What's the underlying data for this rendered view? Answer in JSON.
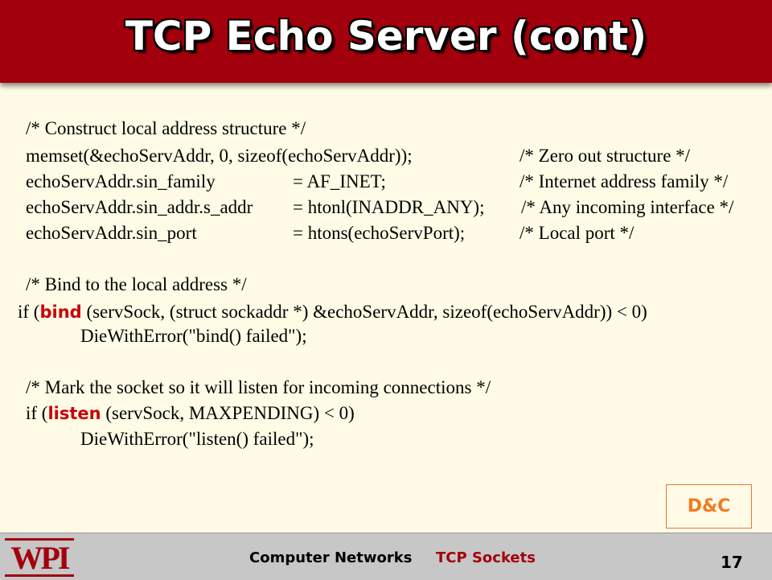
{
  "slide": {
    "title": "TCP Echo Server (cont)",
    "badge": "D&C"
  },
  "code": {
    "c1": "/* Construct local address structure */",
    "l1a": "memset(&echoServAddr, 0, sizeof(echoServAddr));",
    "l1c": "/* Zero out structure */",
    "l2a": "echoServAddr.sin_family",
    "l2b": "= AF_INET;",
    "l2c": "/* Internet address family */",
    "l3a": "echoServAddr.sin_addr.s_addr",
    "l3b": "= htonl(INADDR_ANY);",
    "l3c": "/* Any incoming interface */",
    "l4a": "echoServAddr.sin_port",
    "l4b": "= htons(echoServPort);",
    "l4c": "/* Local port */",
    "c2": "/* Bind to the local address */",
    "bind_pre": "if (",
    "bind_kw": "bind",
    "bind_post": " (servSock, (struct sockaddr *) &echoServAddr, sizeof(echoServAddr)) < 0)",
    "bind_err": "DieWithError(\"bind() failed\");",
    "c3": "/* Mark the socket so it will listen for incoming connections */",
    "listen_pre": "if (",
    "listen_kw": "listen",
    "listen_post": " (servSock, MAXPENDING) < 0)",
    "listen_err": "DieWithError(\"listen() failed\");"
  },
  "footer": {
    "logo": "WPI",
    "course": "Computer Networks",
    "topic": "TCP Sockets",
    "page": "17"
  },
  "colors": {
    "title_bar": "#a2000c",
    "background": "#fffbe6",
    "keyword": "#c8000a",
    "badge": "#f07a20",
    "footer": "#c7c7c7"
  }
}
